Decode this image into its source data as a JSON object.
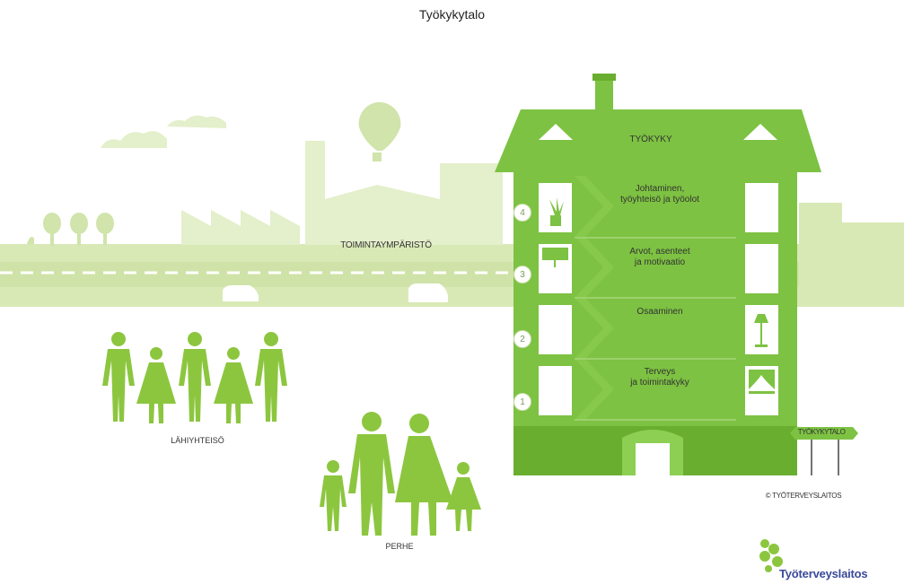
{
  "title": "Työkykytalo",
  "environment_label": "TOIMINTAYMPÄRISTÖ",
  "house": {
    "roof_label": "TYÖKYKY",
    "floors": [
      {
        "number": "4",
        "label": "Johtaminen,\ntyöyhteisö ja työolot"
      },
      {
        "number": "3",
        "label": "Arvot, asenteet\nja motivaatio"
      },
      {
        "number": "2",
        "label": "Osaaminen"
      },
      {
        "number": "1",
        "label": "Terveys\nja toimintakyky"
      }
    ],
    "sign_label": "TYÖKYKYTALO"
  },
  "community_label": "LÄHIYHTEISÖ",
  "family_label": "PERHE",
  "copyright": "© TYÖTERVEYSLAITOS",
  "logo_text": "Työterveyslaitos",
  "colors": {
    "house_green": "#7dc242",
    "house_dark": "#6aae2f",
    "bg_light": "#e4efcb",
    "bg_mid": "#cfe3a8",
    "people": "#8cc63f",
    "logo_green": "#8cc63f",
    "logo_blue": "#3a4a9a"
  }
}
